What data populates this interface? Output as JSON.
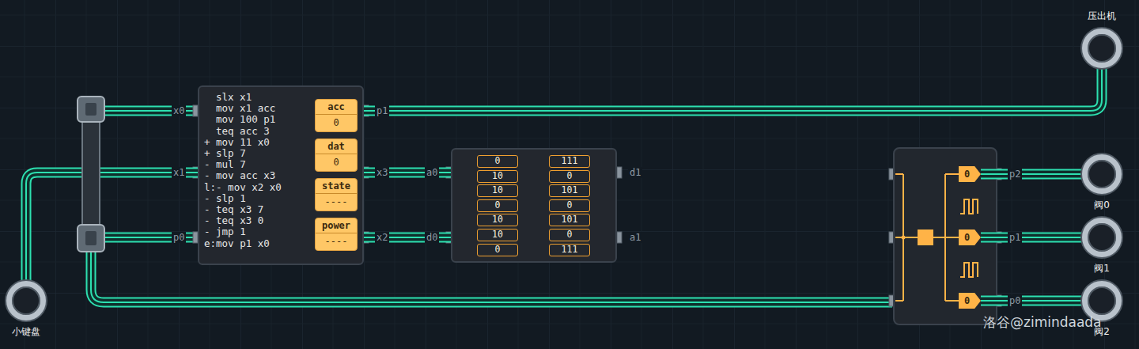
{
  "diagram": {
    "nodes": [
      {
        "text": [
          "压出机"
        ]
      },
      {
        "text": [
          "slx x1",
          "mov x1 acc",
          "mov 100 p1",
          "teq acc 3",
          "+ mov 11 x0",
          "+ slp 7",
          "- mul 7",
          "- mov acc x3",
          "l:- mov x2 x0",
          "- slp 1",
          "- teq x3 7",
          "- teq x3 0",
          "- jmp 1",
          "e:mov p1 x0"
        ]
      },
      {
        "text": [
          "acc",
          "0"
        ],
        "in": 1
      },
      {
        "text": [
          "dat",
          "0"
        ],
        "in": 1
      },
      {
        "text": [
          "state",
          "----"
        ],
        "in": 1
      },
      {
        "text": [
          "power",
          "----"
        ],
        "in": 1
      },
      {
        "text": [
          "0",
          "10",
          "10",
          "0",
          "10",
          "10",
          "0",
          "111",
          "0",
          "101",
          "0",
          "101",
          "0",
          "111"
        ]
      },
      {
        "text": [
          "0"
        ]
      },
      {
        "text": [
          "阀0"
        ]
      },
      {
        "text": [
          "0"
        ]
      },
      {
        "text": [
          "阀1"
        ]
      },
      {
        "text": [
          "0"
        ]
      },
      {
        "text": [
          "阀2"
        ]
      },
      {
        "text": [
          "小键盘"
        ]
      }
    ],
    "edges": [
      {
        "from": 1,
        "to": 0,
        "arrow": "none"
      },
      {
        "from": 1,
        "to": 6,
        "arrow": "none"
      },
      {
        "from": 1,
        "to": 6,
        "arrow": "none"
      },
      {
        "from": 13,
        "to": 1,
        "arrow": "none"
      },
      {
        "from": 7,
        "to": 8,
        "arrow": "none"
      },
      {
        "from": 9,
        "to": 10,
        "arrow": "none"
      },
      {
        "from": 11,
        "to": 12,
        "arrow": "none"
      }
    ],
    "labels": [
      "x0",
      "x1",
      "p0",
      "p1",
      "x3",
      "x2",
      "a0",
      "d0",
      "d1",
      "a1",
      "p2",
      "p1",
      "p0",
      "洛谷@zimindaada"
    ]
  }
}
